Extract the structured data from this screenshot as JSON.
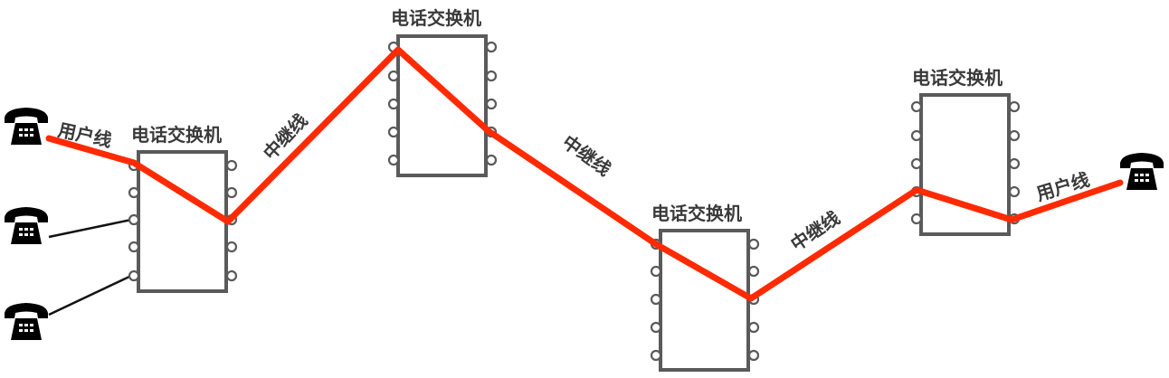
{
  "labels": {
    "switch_1": "电话交换机",
    "switch_2": "电话交换机",
    "switch_3": "电话交换机",
    "switch_4": "电话交换机",
    "user_line_left": "用户线",
    "user_line_right": "用户线",
    "trunk_1": "中继线",
    "trunk_2": "中继线",
    "trunk_3": "中继线"
  },
  "colors": {
    "call_path": "#ff2a00",
    "switch_border": "#5a5a5a",
    "label_text": "#3a3a3a",
    "phone": "#000000"
  },
  "icons": {
    "telephone": "telephone-icon"
  }
}
